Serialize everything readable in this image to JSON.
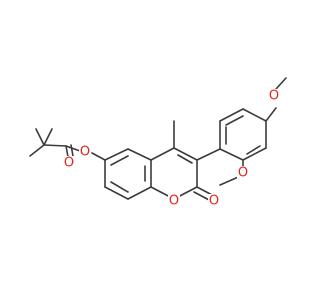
{
  "diagram": {
    "colors": {
      "background": "#ffffff",
      "bond": "#3b3b3b",
      "oxygen": "#e3241b"
    },
    "atoms": {
      "o_ester_single": "O",
      "o_ester_carbonyl": "O",
      "o_ring": "O",
      "o_lactone_carbonyl": "O",
      "o_methoxy_upper": "O",
      "o_methoxy_lower": "O"
    }
  }
}
